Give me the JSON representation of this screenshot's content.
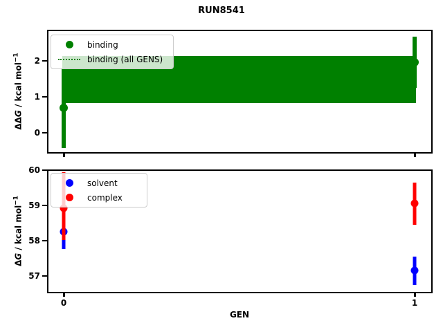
{
  "figure": {
    "title": "RUN8541",
    "xlabel": "GEN",
    "xticks": [
      "0",
      "1"
    ]
  },
  "top_plot": {
    "ylabel": {
      "prefix": "ΔΔ",
      "symbol": "G",
      "unit": " / kcal mol",
      "exponent": "−1"
    },
    "yticks": [
      "0",
      "1",
      "2"
    ],
    "legend": {
      "items": [
        {
          "label": "binding",
          "marker": "dot",
          "color": "#008000"
        },
        {
          "label": "binding (all GENS)",
          "marker": "dotted-line",
          "color": "#008000"
        }
      ]
    }
  },
  "bottom_plot": {
    "ylabel": {
      "prefix": "Δ",
      "symbol": "G",
      "unit": " / kcal mol",
      "exponent": "−1"
    },
    "yticks": [
      "57",
      "58",
      "59",
      "60"
    ],
    "legend": {
      "items": [
        {
          "label": "solvent",
          "marker": "dot",
          "color": "#0000ff"
        },
        {
          "label": "complex",
          "marker": "dot",
          "color": "#ff0000"
        }
      ]
    }
  },
  "chart_data": [
    {
      "type": "scatter",
      "title": "RUN8541",
      "xlabel": "GEN",
      "ylabel": "ΔΔG / kcal mol⁻¹",
      "x": [
        0,
        1
      ],
      "xticks": [
        0,
        1
      ],
      "yticks": [
        0,
        1,
        2
      ],
      "ylim": [
        -0.58,
        2.87
      ],
      "legend_position": "upper left",
      "grid": false,
      "series": [
        {
          "name": "binding",
          "color": "#008000",
          "marker": "circle",
          "y": [
            0.69,
            1.96
          ],
          "err_low": [
            -0.42,
            1.25
          ],
          "err_high": [
            1.8,
            2.67
          ]
        }
      ],
      "band": {
        "name": "binding (all GENS)",
        "color": "#008000",
        "linestyle": "dotted",
        "x_range": [
          0,
          1
        ],
        "y_low": 0.83,
        "y_high": 2.14
      }
    },
    {
      "type": "scatter",
      "xlabel": "GEN",
      "ylabel": "ΔG / kcal mol⁻¹",
      "x": [
        0,
        1
      ],
      "xticks": [
        0,
        1
      ],
      "yticks": [
        57,
        58,
        59,
        60
      ],
      "ylim": [
        56.5,
        60.05
      ],
      "legend_position": "upper left",
      "grid": false,
      "series": [
        {
          "name": "solvent",
          "color": "#0000ff",
          "marker": "circle",
          "y": [
            58.25,
            57.15
          ],
          "err_low": [
            57.76,
            56.75
          ],
          "err_high": [
            58.74,
            57.55
          ]
        },
        {
          "name": "complex",
          "color": "#ff0000",
          "marker": "circle",
          "y": [
            58.92,
            59.05
          ],
          "err_low": [
            58.02,
            58.45
          ],
          "err_high": [
            59.95,
            59.65
          ]
        }
      ]
    }
  ]
}
